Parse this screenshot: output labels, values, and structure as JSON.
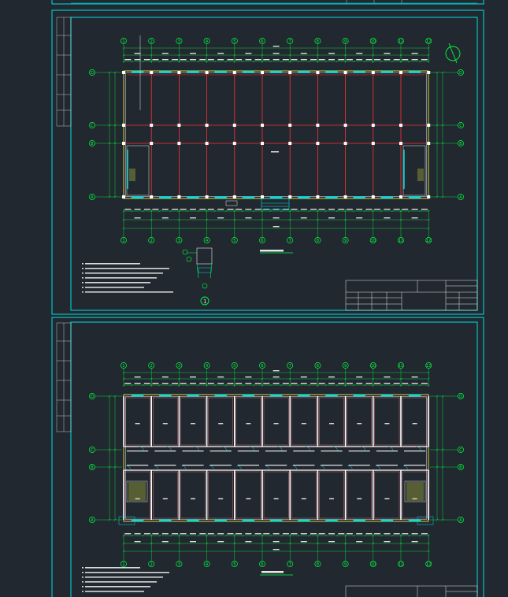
{
  "sheet1": {
    "axes_x": [
      "1",
      "2",
      "3",
      "4",
      "5",
      "6",
      "7",
      "8",
      "9",
      "10",
      "11",
      "12"
    ],
    "axes_y": [
      "D",
      "C",
      "B",
      "A"
    ],
    "detail_label": "1"
  },
  "sheet2": {
    "axes_x": [
      "1",
      "2",
      "3",
      "4",
      "5",
      "6",
      "7",
      "8",
      "9",
      "10",
      "11",
      "12"
    ],
    "axes_y": [
      "D",
      "C",
      "B",
      "A"
    ]
  },
  "colors": {
    "background": "#212830",
    "frame": "#00e0e0",
    "grid": "#00ff40",
    "column": "#ff3030",
    "wall": "#ffff40",
    "text": "#e8e8e8"
  }
}
